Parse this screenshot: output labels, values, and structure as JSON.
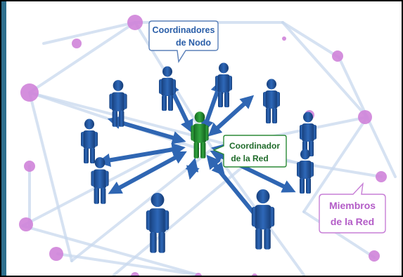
{
  "callouts": {
    "node_coordinators": [
      "Coordinadores",
      "de Nodo"
    ],
    "network_coordinator": [
      "Coordinador",
      "de la Red"
    ],
    "network_members": [
      "Miembros",
      "de la Red"
    ]
  },
  "colors": {
    "side_bar": "#2f6f8d",
    "node_dot": "#cf83d9",
    "network_line": "#c9d9ee",
    "arrow": "#2f66b3",
    "figure_blue": "#1f4f93",
    "figure_green": "#1e8a2c",
    "callout_node_border": "#5b80b9",
    "callout_node_text": "#2a5ea8",
    "callout_coord_border": "#2b8a37",
    "callout_coord_text": "#1f6b2a",
    "callout_member_border": "#c77ed6",
    "callout_member_text": "#b35cc7"
  }
}
